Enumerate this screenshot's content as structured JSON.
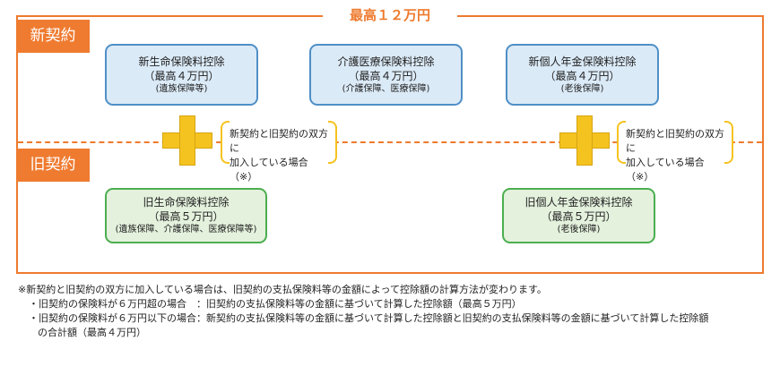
{
  "title": "最高１２万円",
  "labels": {
    "new": "新契約",
    "old": "旧契約"
  },
  "new_boxes": [
    {
      "name": "新生命保険料控除",
      "max": "（最高４万円）",
      "note": "(遺族保障等)"
    },
    {
      "name": "介護医療保険料控除",
      "max": "（最高４万円）",
      "note": "(介護保障、医療保障)"
    },
    {
      "name": "新個人年金保険料控除",
      "max": "（最高４万円）",
      "note": "(老後保障)"
    }
  ],
  "old_boxes": [
    {
      "name": "旧生命保険料控除",
      "max": "（最高５万円）",
      "note": "(遺族保障、介護保障、医療保障等)"
    },
    {
      "name": "旧個人年金保険料控除",
      "max": "（最高５万円）",
      "note": "(老後保障)"
    }
  ],
  "bracket_notes": [
    {
      "line1": "新契約と旧契約の双方に",
      "line2": "加入している場合（※）"
    },
    {
      "line1": "新契約と旧契約の双方に",
      "line2": "加入している場合（※）"
    }
  ],
  "footnote": {
    "line1": "※新契約と旧契約の双方に加入している場合は、旧契約の支払保険料等の金額によって控除額の計算方法が変わります。",
    "line2": "・旧契約の保険料が６万円超の場合　：旧契約の支払保険料等の金額に基づいて計算した控除額（最高５万円）",
    "line3": "・旧契約の保険料が６万円以下の場合：新契約の支払保険料等の金額に基づいて計算した控除額と旧契約の支払保険料等の金額に基づいて計算した控除額",
    "line4": "の合計額（最高４万円）"
  },
  "colors": {
    "accent_orange": "#ee7a2e",
    "new_box_fill": "#dbeaf7",
    "new_box_border": "#4f8fc6",
    "old_box_fill": "#e4f1dd",
    "old_box_border": "#4bae4f",
    "plus_yellow": "#f5c31f"
  }
}
